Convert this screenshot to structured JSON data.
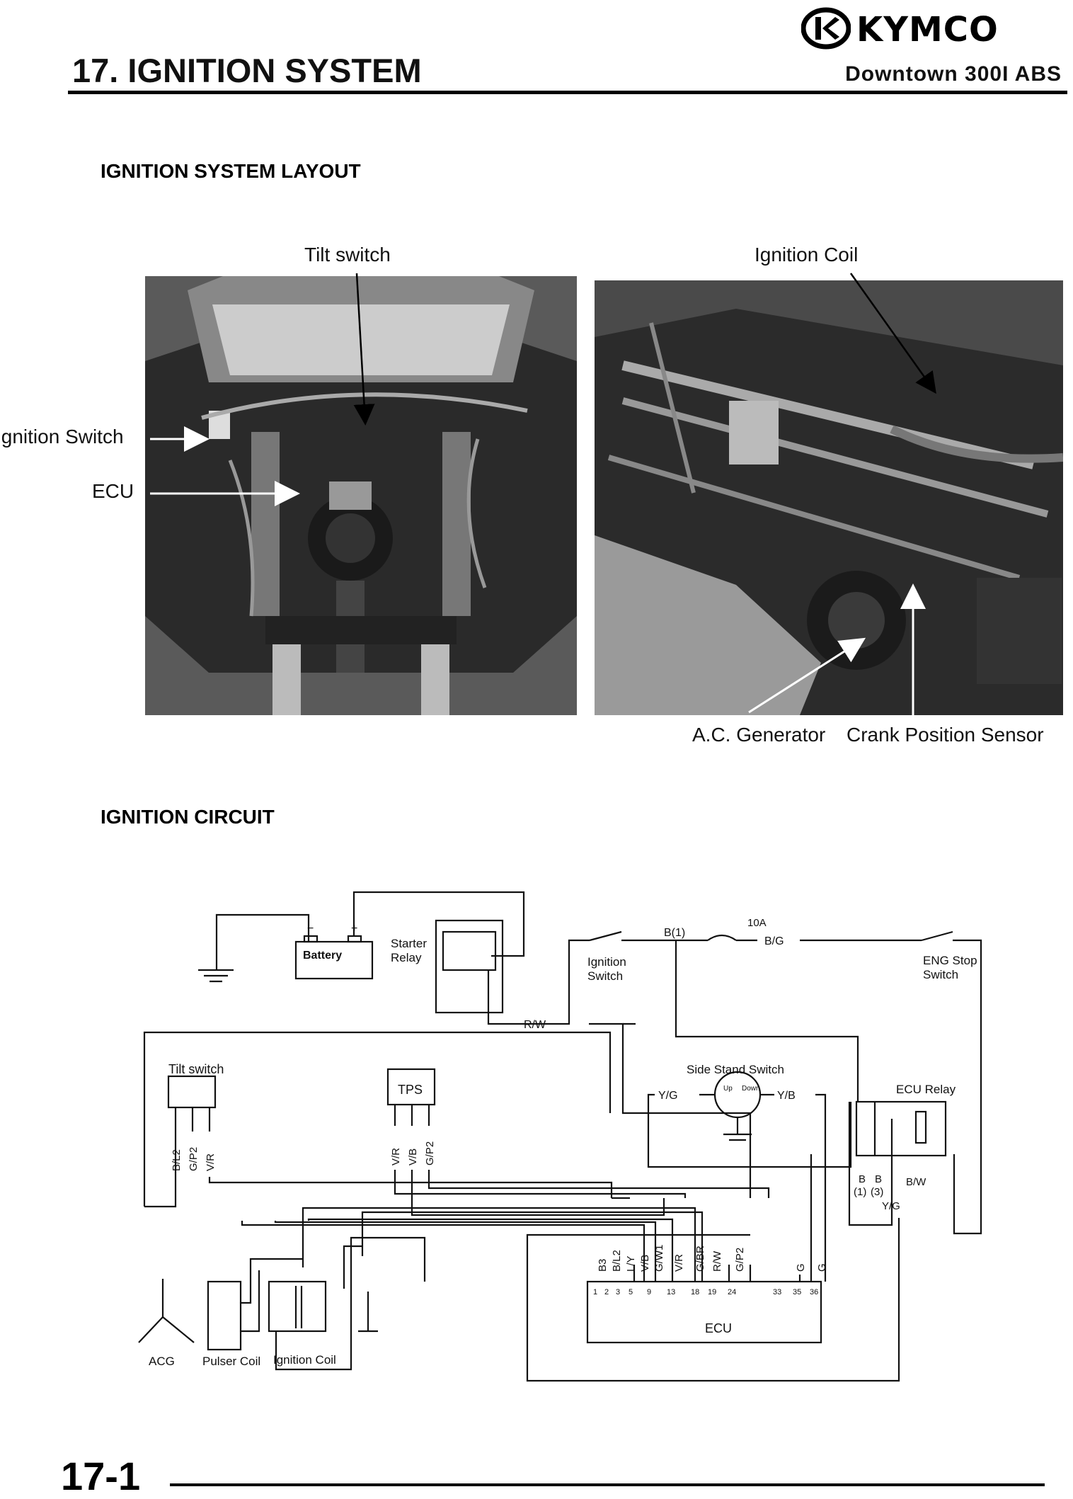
{
  "header": {
    "brand": "KYMCO",
    "chapter_title": "17. IGNITION SYSTEM",
    "model": "Downtown 300I ABS"
  },
  "layout_section": {
    "heading": "IGNITION SYSTEM LAYOUT",
    "callouts": {
      "tilt_switch": "Tilt switch",
      "ignition_coil": "Ignition Coil",
      "ignition_switch": "Ignition Switch",
      "ecu": "ECU",
      "ac_generator": "A.C. Generator",
      "crank_position_sensor": "Crank Position Sensor"
    }
  },
  "circuit_section": {
    "heading": "IGNITION CIRCUIT",
    "components": {
      "battery": "Battery",
      "battery_minus": "−",
      "battery_plus": "+",
      "starter_relay": [
        "Starter",
        "Relay"
      ],
      "ignition_switch": [
        "Ignition",
        "Switch"
      ],
      "fuse": "10A",
      "eng_stop_switch": [
        "ENG Stop",
        "Switch"
      ],
      "tilt_switch": "Tilt switch",
      "tps": "TPS",
      "side_stand_switch": "Side Stand Switch",
      "side_stand_up": "Up",
      "side_stand_down": "Down",
      "ecu_relay": "ECU Relay",
      "ecu": "ECU",
      "acg": "ACG",
      "pulser_coil": "Pulser Coil",
      "ignition_coil": "Ignition Coil"
    },
    "wire_labels": {
      "b1": "B(1)",
      "bg": "B/G",
      "rw": "R/W",
      "yg_left": "Y/G",
      "yb": "Y/B",
      "tilt_wires": [
        "B/L2",
        "G/P2",
        "V/R"
      ],
      "tps_wires": [
        "V/R",
        "V/B",
        "G/P2"
      ],
      "relay_b": "B",
      "relay_b2": "B",
      "relay_pin1": "(1)",
      "relay_pin3": "(3)",
      "relay_bw": "B/W",
      "relay_yg": "Y/G"
    },
    "ecu_wires": [
      "B3",
      "B/L2",
      "L/Y",
      "V/B",
      "G/W1",
      "V/R",
      "G/BR",
      "R/W",
      "G/P2",
      "G",
      "G"
    ],
    "ecu_pins": [
      "1",
      "2",
      "3",
      "5",
      "9",
      "13",
      "18",
      "19",
      "24",
      "33",
      "35",
      "36"
    ]
  },
  "footer": {
    "page_number": "17-1"
  }
}
